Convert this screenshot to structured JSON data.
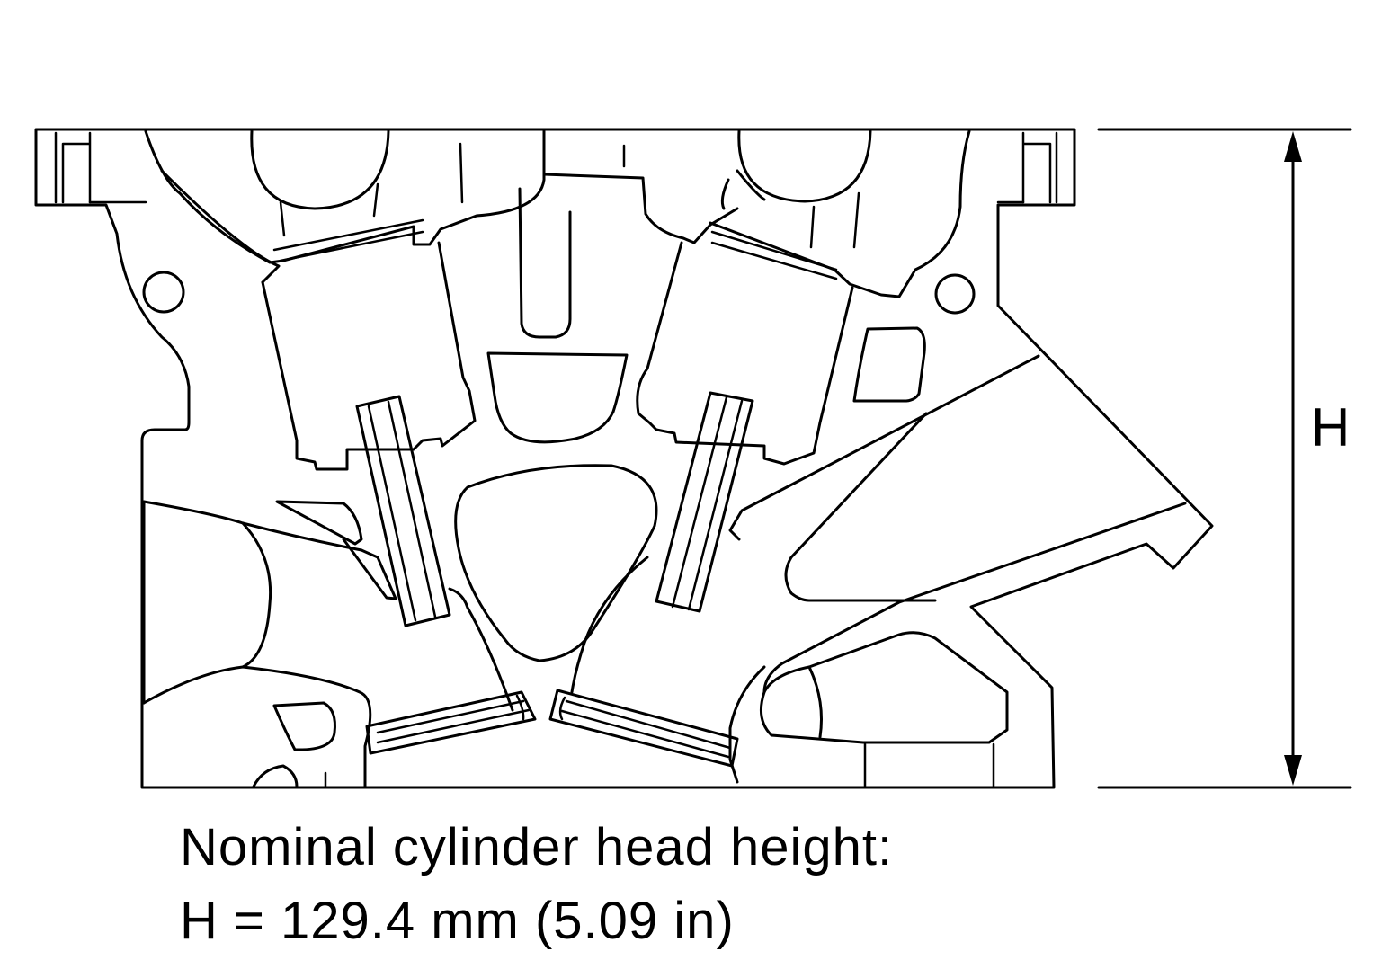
{
  "dimension": {
    "label": "H"
  },
  "caption": {
    "line1": "Nominal cylinder head height:",
    "line2": "H = 129.4 mm (5.09 in)"
  }
}
